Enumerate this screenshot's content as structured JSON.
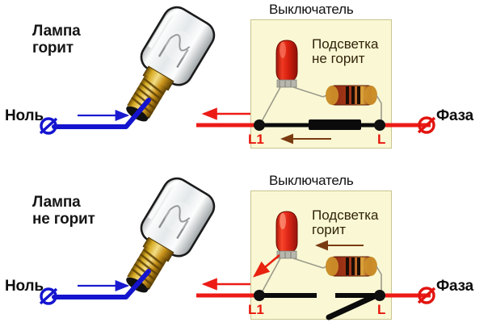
{
  "diagram": {
    "title_semantic": "switch-with-illumination-wiring-diagram",
    "colors": {
      "phase_wire": "#ec1b17",
      "neutral_wire": "#1414cf",
      "switch_box_fill": "#faf8d4",
      "switch_box_border": "#c9c48f",
      "terminal_label": "#e8170d",
      "contact_black": "#0b0b0b",
      "current_arrow_brown": "#7a3b10",
      "neon_lamp_red": "#e02718",
      "resistor_body": "#8f2a14",
      "resistor_cap": "#d79a2b",
      "lamp_base_gold": "#c79a18"
    }
  },
  "panels": [
    {
      "id": "top",
      "lamp": {
        "label_line1": "Лампа",
        "label_line2": "горит",
        "state": "lit"
      },
      "neutral": {
        "label": "Ноль"
      },
      "phase": {
        "label": "Фаза"
      },
      "switch": {
        "title": "Выключатель",
        "backlight_line1": "Подсветка",
        "backlight_line2": "не горит",
        "backlight_state": "off",
        "contact_state": "closed",
        "terminals": [
          {
            "name": "L1"
          },
          {
            "name": "L"
          }
        ]
      }
    },
    {
      "id": "bottom",
      "lamp": {
        "label_line1": "Лампа",
        "label_line2": "не горит",
        "state": "unlit"
      },
      "neutral": {
        "label": "Ноль"
      },
      "phase": {
        "label": "Фаза"
      },
      "switch": {
        "title": "Выключатель",
        "backlight_line1": "Подсветка",
        "backlight_line2": "горит",
        "backlight_state": "on",
        "contact_state": "open",
        "terminals": [
          {
            "name": "L1"
          },
          {
            "name": "L"
          }
        ]
      }
    }
  ]
}
